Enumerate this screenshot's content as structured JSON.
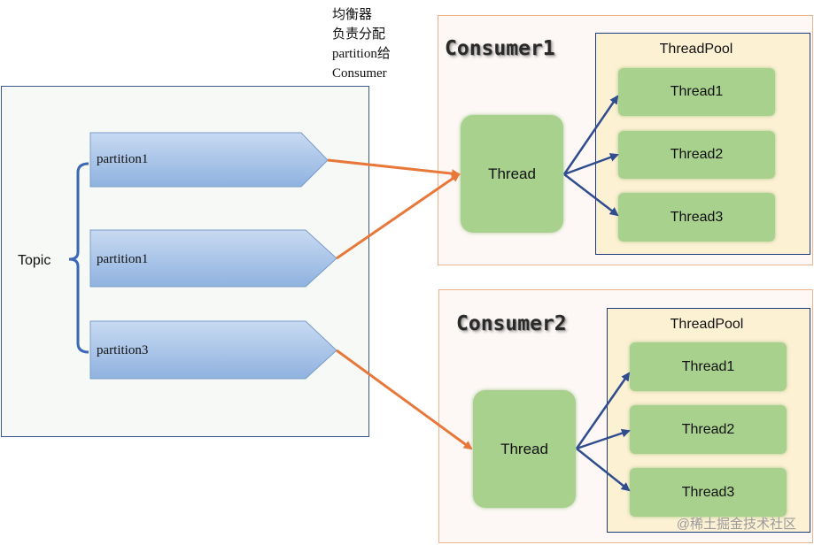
{
  "topic": {
    "label": "Topic"
  },
  "partitions": [
    {
      "label": "partition1"
    },
    {
      "label": "partition1"
    },
    {
      "label": "partition3"
    }
  ],
  "balancer_note": {
    "lines": [
      "均衡器",
      "负责分配",
      "partition给",
      "Consumer"
    ]
  },
  "consumers": [
    {
      "title": "Consumer1",
      "thread": "Thread",
      "pool_title": "ThreadPool",
      "pool_threads": [
        "Thread1",
        "Thread2",
        "Thread3"
      ]
    },
    {
      "title": "Consumer2",
      "thread": "Thread",
      "pool_title": "ThreadPool",
      "pool_threads": [
        "Thread1",
        "Thread2",
        "Thread3"
      ]
    }
  ],
  "watermark": "@稀土掘金技术社区",
  "colors": {
    "partition_fill": "#a7c3e8",
    "thread_fill": "#a9d18e",
    "assign_arrow": "#e8783a",
    "dispatch_arrow": "#2f4d8f",
    "brace": "#3c68b8"
  }
}
